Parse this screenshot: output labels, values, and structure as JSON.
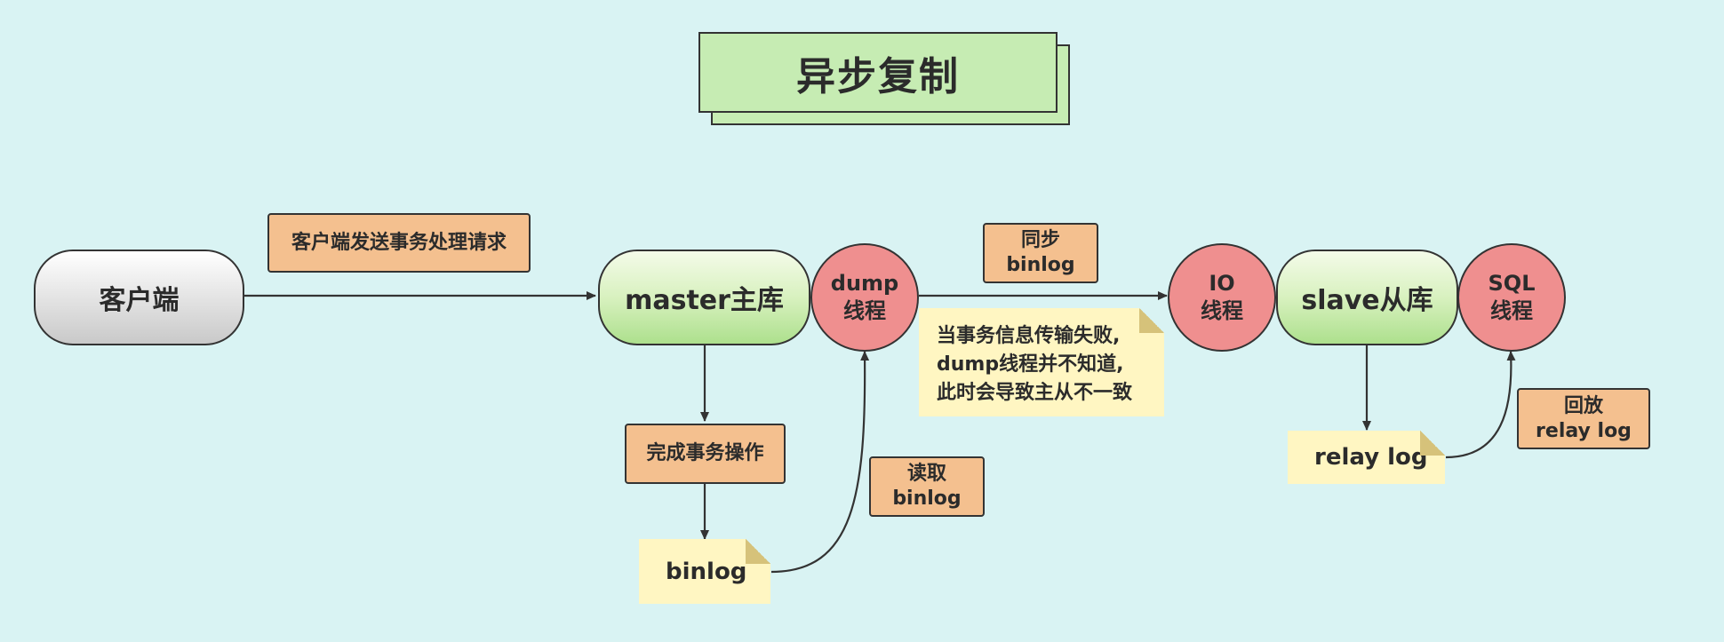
{
  "title": "异步复制",
  "nodes": {
    "client": "客户端",
    "master": "master主库",
    "dump_thread": [
      "dump",
      "线程"
    ],
    "io_thread": [
      "IO",
      "线程"
    ],
    "slave": "slave从库",
    "sql_thread": [
      "SQL",
      "线程"
    ],
    "binlog_note": "binlog",
    "relay_log_note": "relay log",
    "warning_note": [
      "当事务信息传输失败,",
      "dump线程并不知道,",
      "此时会导致主从不一致"
    ]
  },
  "labels": {
    "client_request": "客户端发送事务处理请求",
    "complete_tx": "完成事务操作",
    "read_binlog": [
      "读取",
      "binlog"
    ],
    "sync_binlog": [
      "同步",
      "binlog"
    ],
    "replay_relay": [
      "回放",
      "relay log"
    ]
  },
  "colors": {
    "background": "#d9f3f3",
    "title_fill": "#c6ecb3",
    "label_fill": "#f4c08f",
    "thread_fill": "#ef8f8f",
    "note_fill": "#fff6c2",
    "line": "#333333"
  }
}
